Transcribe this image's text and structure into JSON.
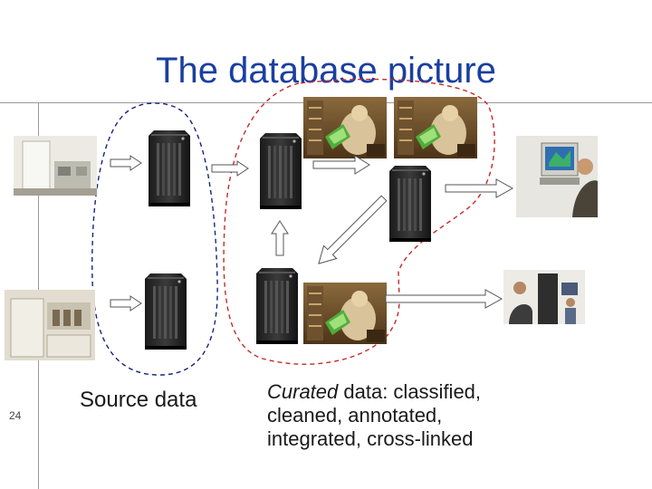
{
  "title": "The database picture",
  "page_number": "24",
  "captions": {
    "source": "Source data",
    "curated_emphasis": "Curated",
    "curated_rest": " data:  classified, cleaned, annotated, integrated, cross-linked"
  },
  "colors": {
    "title": "#1a3fa0",
    "source_group_outline": "#1a237e",
    "curated_group_outline": "#c62828",
    "arrow_fill": "#ffffff",
    "arrow_stroke": "#555555"
  },
  "icons": [
    "lab-instrument-image",
    "server-tower-icon",
    "scholar-at-desk-image",
    "user-at-workstation-image"
  ]
}
